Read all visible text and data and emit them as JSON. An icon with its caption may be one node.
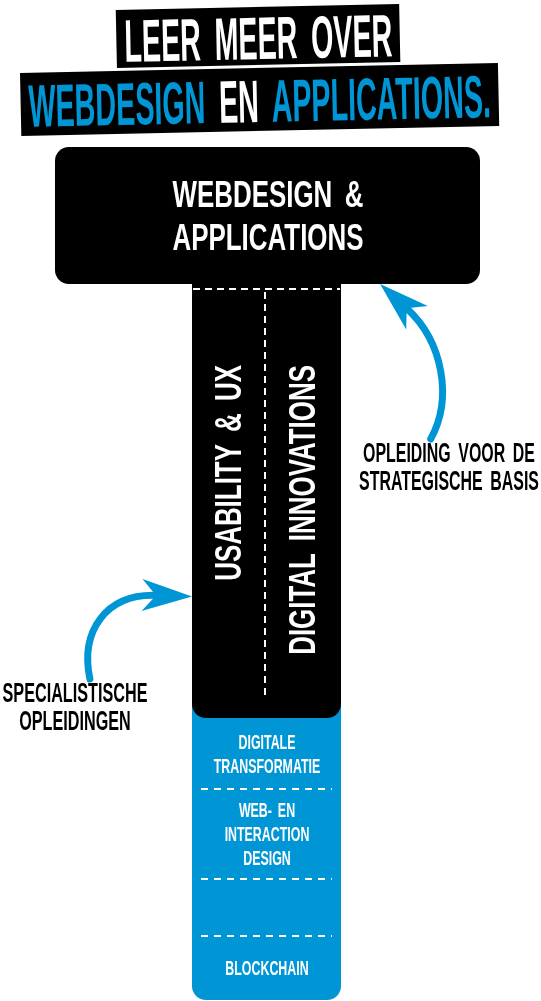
{
  "diagram": {
    "title": "LEER MEER OVER WEBDESIGN EN APPLICATIONS.",
    "nodes": [
      {
        "text": [
          "WEBDESIGN & APPLICATIONS"
        ]
      },
      {
        "text": [
          "USABILITY & UX"
        ]
      },
      {
        "text": [
          "DIGITAL INNOVATIONS"
        ]
      },
      {
        "text": [
          "DIGITALE TRANSFORMATIE"
        ]
      },
      {
        "text": [
          "WEB- EN INTERACTION DESIGN"
        ]
      },
      {
        "text": [],
        "shape": "box"
      },
      {
        "text": [
          "BLOCKCHAIN"
        ]
      },
      {
        "text": [
          "OPLEIDING VOOR DE STRATEGISCHE BASIS"
        ]
      },
      {
        "text": [
          "SPECIALISTISCHE OPLEIDINGEN"
        ]
      }
    ],
    "edges": [
      {
        "from": 7,
        "to": 0,
        "arrow": "to"
      },
      {
        "from": 8,
        "to": 1,
        "arrow": "to"
      }
    ]
  }
}
